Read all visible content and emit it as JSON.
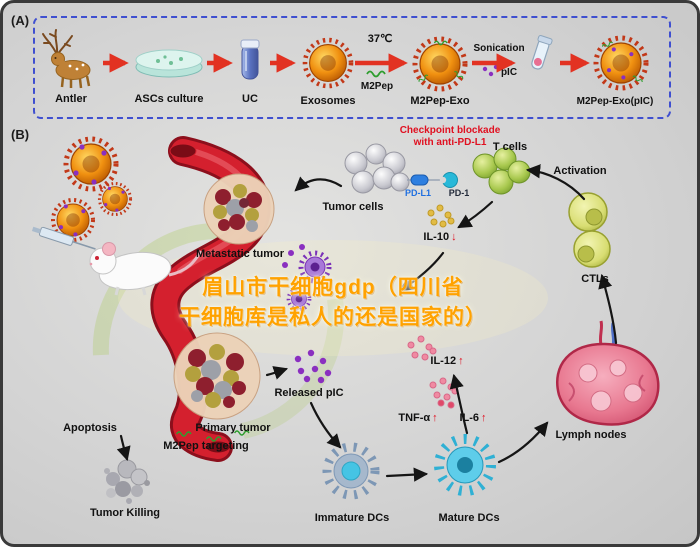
{
  "panel_a": {
    "tag": "(A)",
    "steps": [
      {
        "label": "Antler"
      },
      {
        "label": "ASCs culture"
      },
      {
        "label": "UC"
      },
      {
        "label": "Exosomes"
      },
      {
        "label": "M2Pep-Exo"
      },
      {
        "label": "M2Pep-Exo(pIC)"
      }
    ],
    "annotations": {
      "temperature": "37℃",
      "m2pep": "M2Pep",
      "sonication": "Sonication",
      "pic": "pIC"
    }
  },
  "panel_b": {
    "tag": "(B)",
    "checkpoint_line1": "Checkpoint blockade",
    "checkpoint_line2": "with anti-PD-L1",
    "t_cells": "T cells",
    "activation": "Activation",
    "tumor_cells": "Tumor cells",
    "pd_l1": "PD-L1",
    "pd_1": "PD-1",
    "metastatic_tumor": "Metastatic tumor",
    "ctls": "CTLs",
    "cytokines": {
      "il10": {
        "name": "IL-10",
        "arrow": "↓"
      },
      "il12": {
        "name": "IL-12",
        "arrow": "↑"
      },
      "tnf": {
        "name": "TNF-α",
        "arrow": "↑"
      },
      "il6": {
        "name": "IL-6",
        "arrow": "↑"
      }
    },
    "released_pic": "Released pIC",
    "lymph_nodes": "Lymph nodes",
    "apoptosis": "Apoptosis",
    "primary_tumor": "Primary tumor",
    "m2pep_targeting": "M2Pep targeting",
    "tumor_killing": "Tumor Killing",
    "immature_dcs": "Immature DCs",
    "mature_dcs": "Mature DCs"
  },
  "watermark": {
    "line1": "眉山市干细胞gdp（四川省",
    "line2": "干细胞库是私人的还是国家的）",
    "color": "#ffa200"
  }
}
